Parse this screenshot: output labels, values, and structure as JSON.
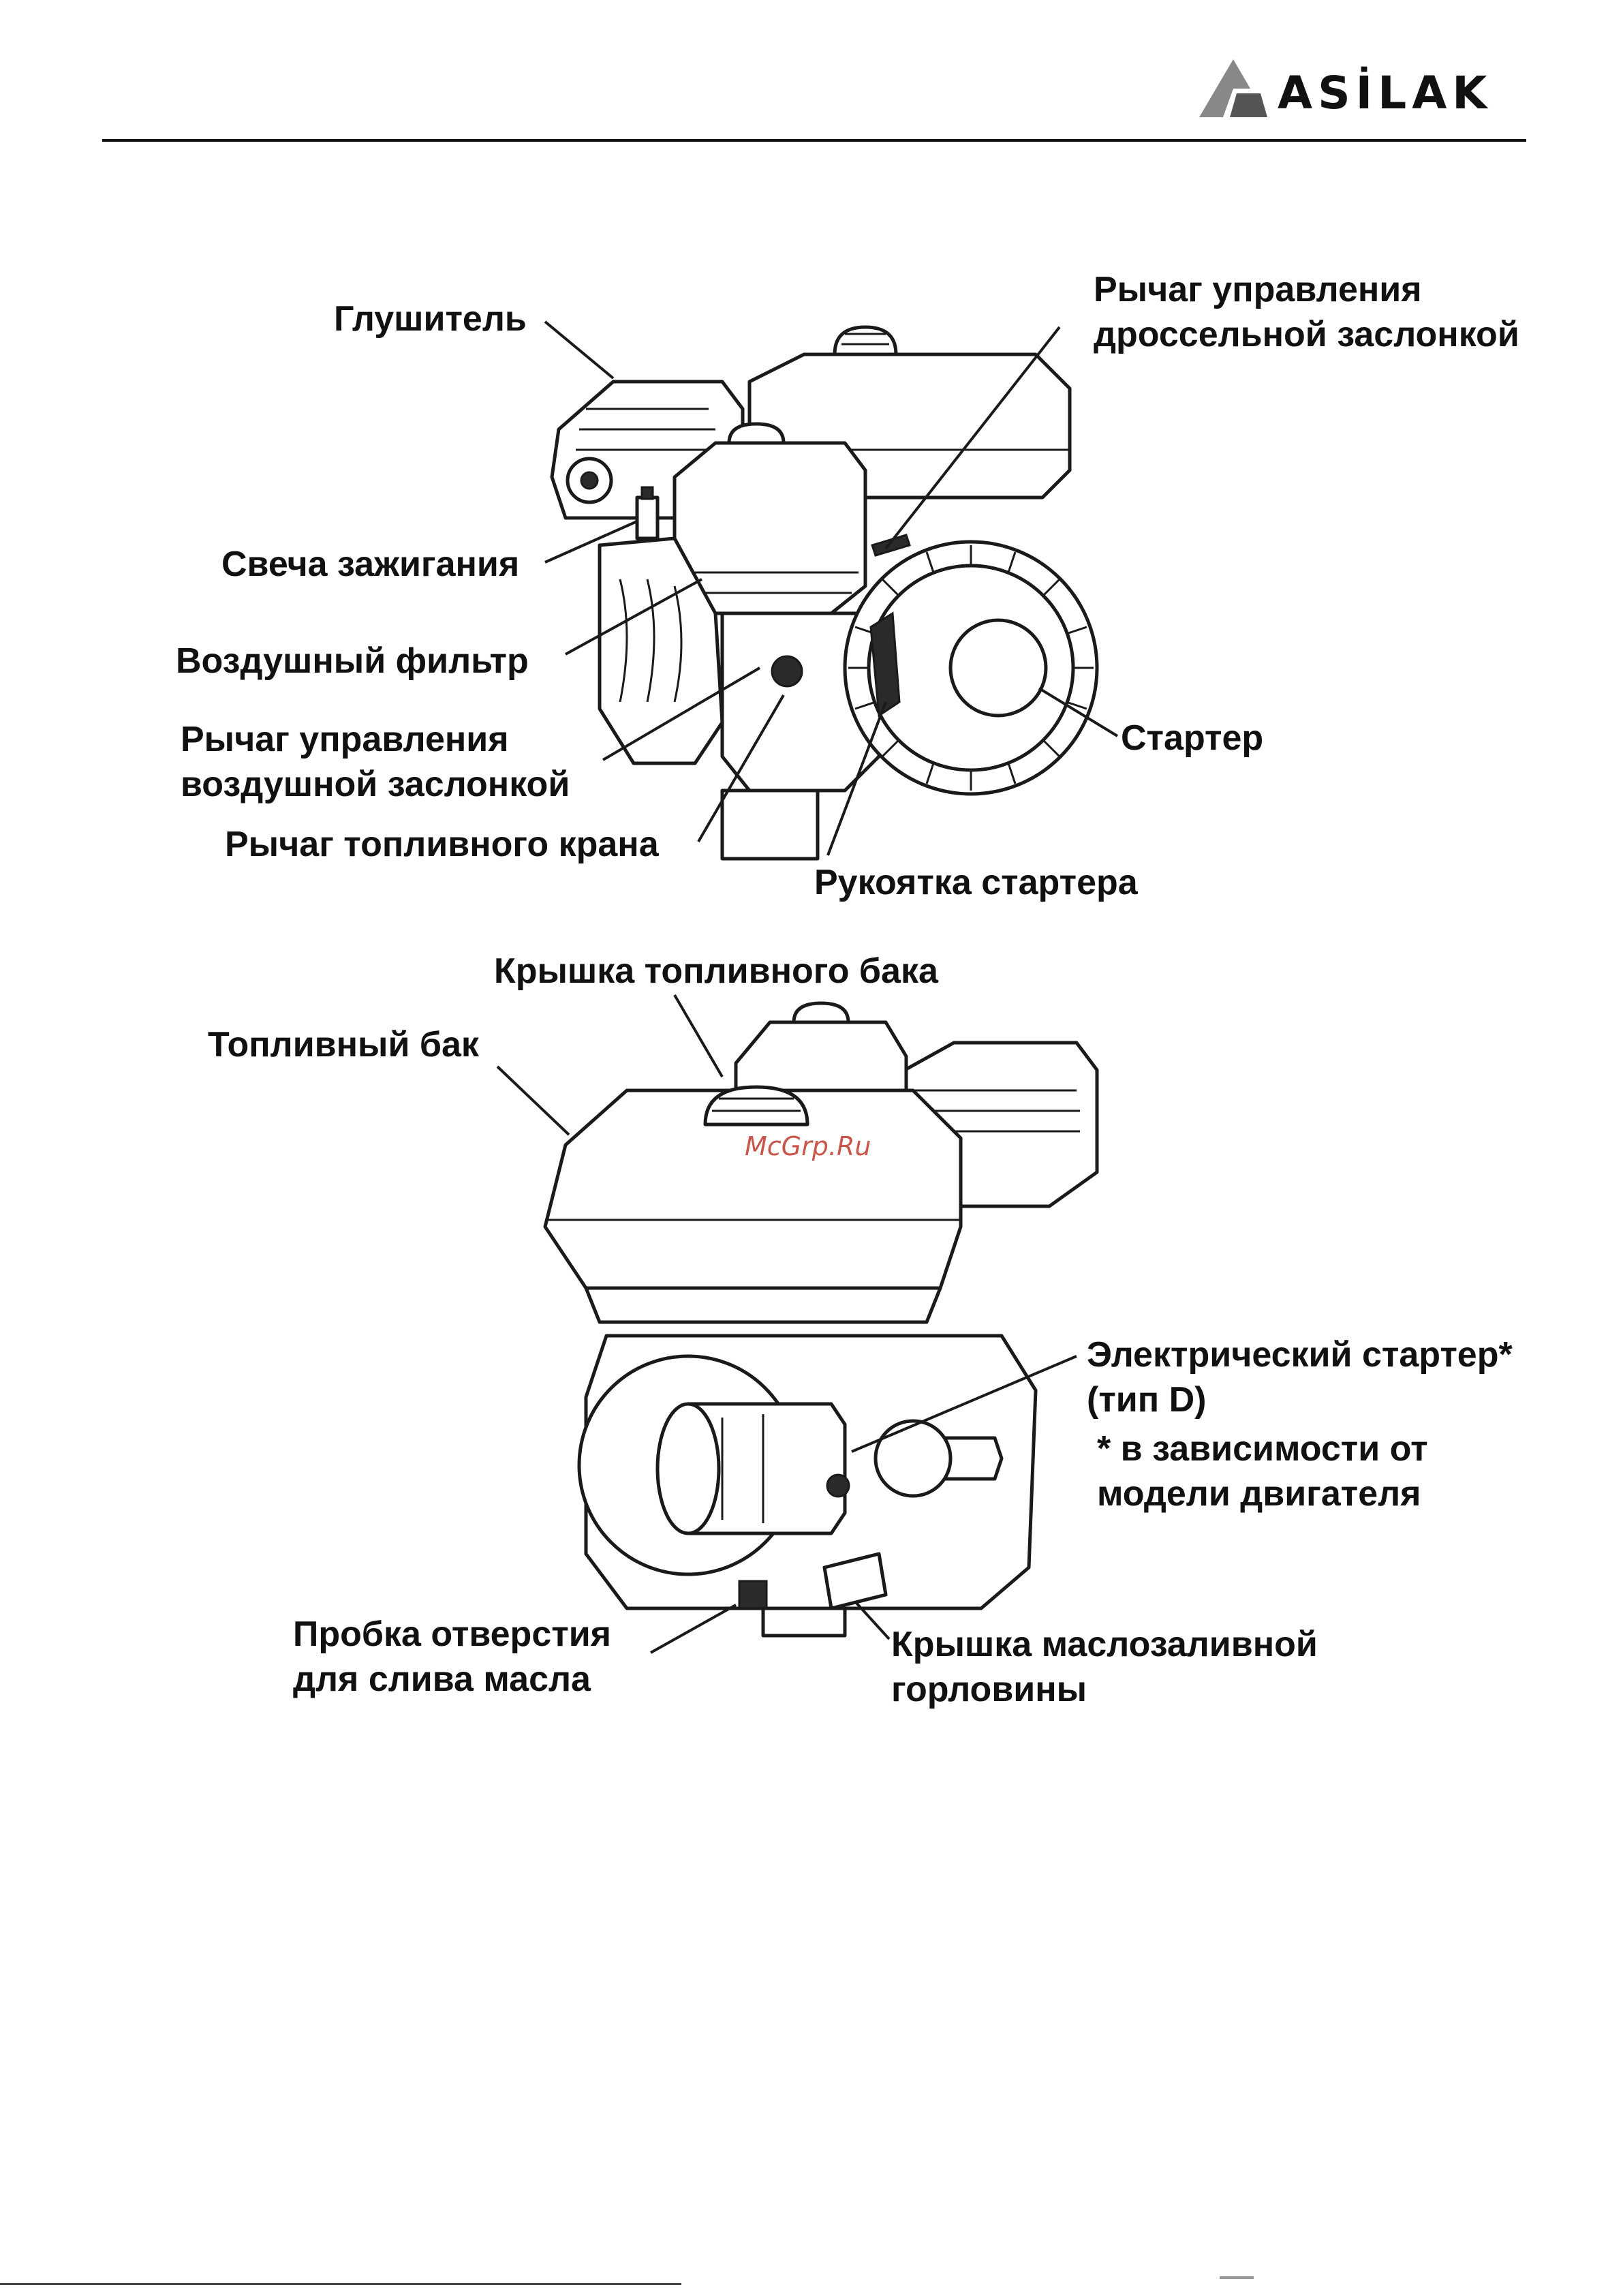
{
  "brand": {
    "name": "ASİLAK"
  },
  "watermark": "McGrp.Ru",
  "top_labels": {
    "muffler": "Глушитель",
    "throttle_1": "Рычаг управления",
    "throttle_2": "дроссельной заслонкой",
    "spark_plug": "Свеча зажигания",
    "air_filter": "Воздушный фильтр",
    "choke_1": "Рычаг управления",
    "choke_2": "воздушной заслонкой",
    "fuel_valve": "Рычаг топливного крана",
    "starter": "Стартер",
    "starter_grip": "Рукоятка стартера"
  },
  "bottom_labels": {
    "fuel_cap": "Крышка топливного бака",
    "fuel_tank": "Топливный бак",
    "electric_starter_1": "Электрический стартер*",
    "electric_starter_2": "(тип D)",
    "footnote_1": "* в зависимости от",
    "footnote_2": "модели двигателя",
    "drain_plug_1": "Пробка отверстия",
    "drain_plug_2": "для слива масла",
    "oil_filler_1": "Крышка маслозаливной",
    "oil_filler_2": "горловины"
  }
}
